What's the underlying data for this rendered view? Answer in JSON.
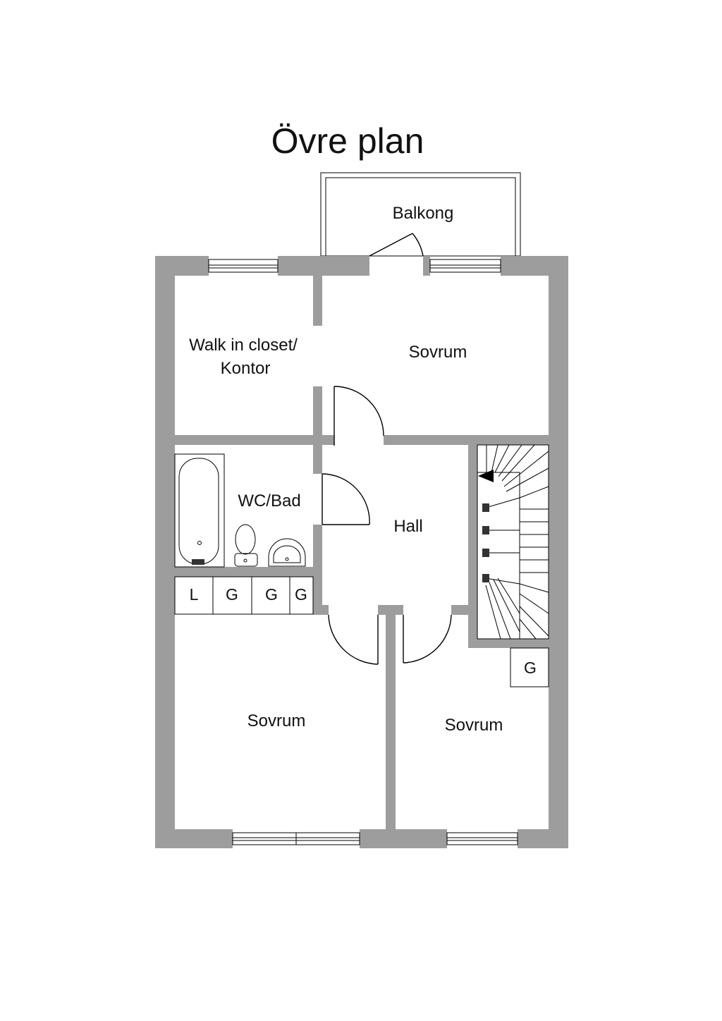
{
  "title": "Övre plan",
  "rooms": {
    "balcony": "Balkong",
    "walk_in_closet_line1": "Walk in closet/",
    "walk_in_closet_line2": "Kontor",
    "bedroom_top": "Sovrum",
    "wc_bath": "WC/Bad",
    "hall": "Hall",
    "bedroom_bottom_left": "Sovrum",
    "bedroom_bottom_right": "Sovrum"
  },
  "storage": {
    "linen": "L",
    "wardrobe_1": "G",
    "wardrobe_2": "G",
    "wardrobe_3": "G",
    "wardrobe_4": "G"
  },
  "colors": {
    "wall": "#9d9d9d",
    "line": "#000000",
    "background": "#ffffff"
  }
}
